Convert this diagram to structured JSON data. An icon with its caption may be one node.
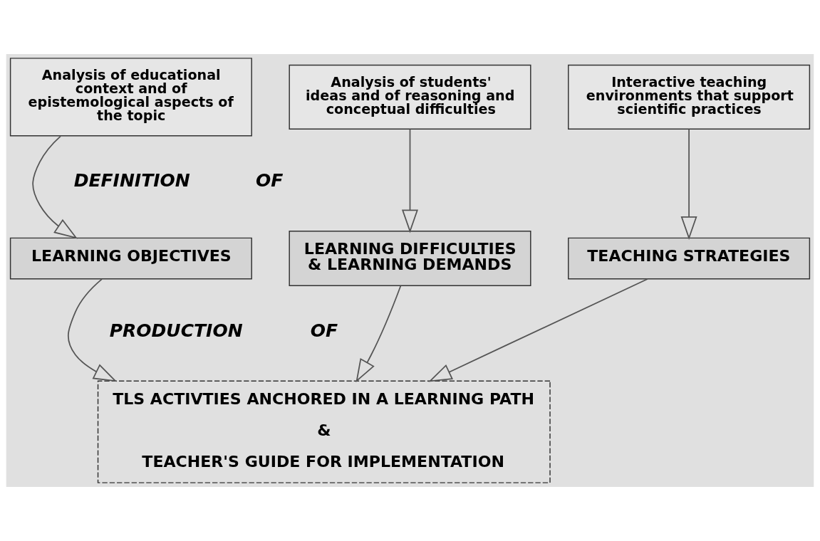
{
  "diagram": {
    "nodes": [
      {
        "text": [
          "Analysis of educational context and of epistemological aspects of the topic"
        ]
      },
      {
        "text": [
          "Analysis of students' ideas and of reasoning and conceptual difficulties"
        ]
      },
      {
        "text": [
          "Interactive teaching environments that support scientific practices"
        ]
      },
      {
        "text": [
          "LEARNING OBJECTIVES"
        ]
      },
      {
        "text": [
          "LEARNING DIFFICULTIES & LEARNING DEMANDS"
        ]
      },
      {
        "text": [
          "TEACHING STRATEGIES"
        ]
      },
      {
        "text": [
          "TLS ACTIVTIES ANCHORED IN A LEARNING PATH",
          "&",
          "TEACHER'S GUIDE FOR IMPLEMENTATION"
        ]
      }
    ],
    "edges": [
      {
        "from": 0,
        "to": 3,
        "arrow": "to"
      },
      {
        "from": 1,
        "to": 4,
        "arrow": "to"
      },
      {
        "from": 2,
        "to": 5,
        "arrow": "to"
      },
      {
        "from": 3,
        "to": 6,
        "arrow": "to"
      },
      {
        "from": 4,
        "to": 6,
        "arrow": "to"
      },
      {
        "from": 5,
        "to": 6,
        "arrow": "to"
      }
    ],
    "labels": [
      "DEFINITION",
      "OF",
      "PRODUCTION",
      "OF"
    ]
  }
}
